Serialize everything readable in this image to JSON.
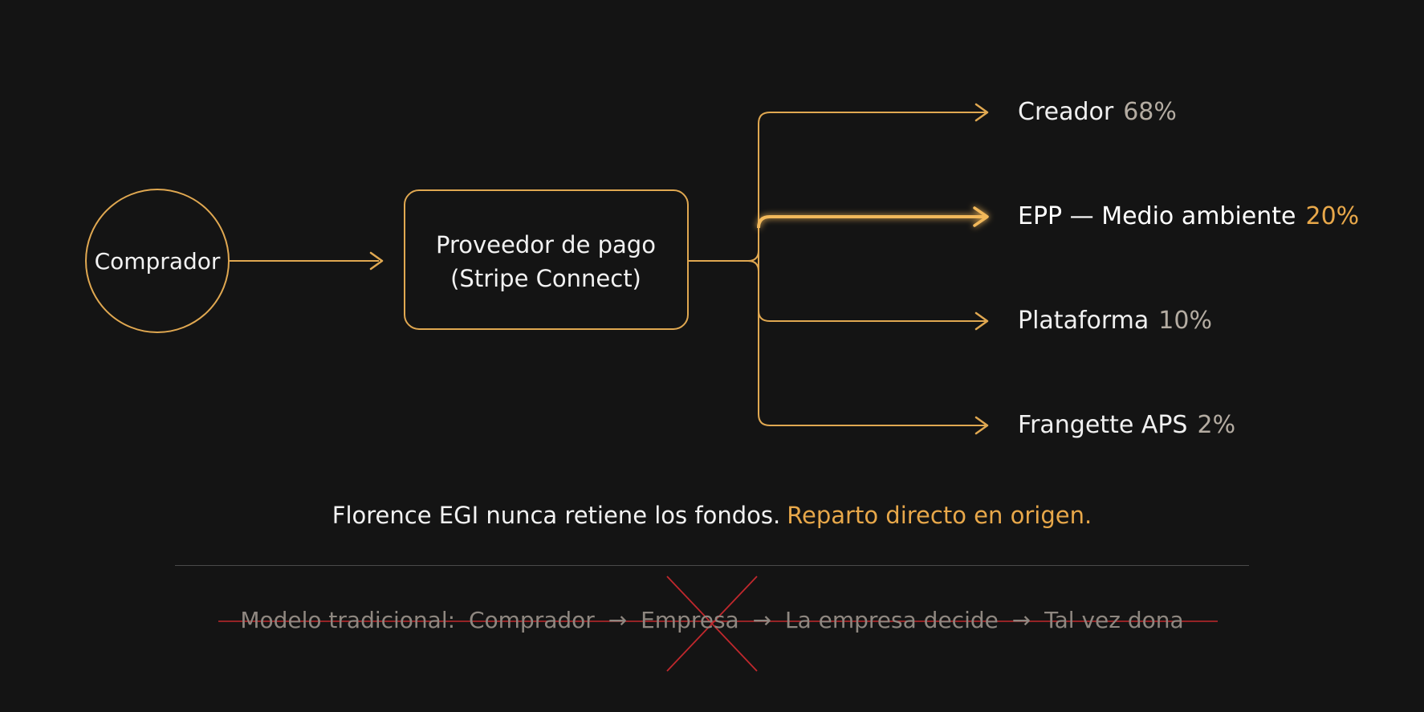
{
  "nodes": {
    "buyer": "Comprador",
    "provider_line1": "Proveedor de pago",
    "provider_line2": "(Stripe Connect)"
  },
  "splits": [
    {
      "name": "Creador",
      "percent": "68%",
      "highlight": false
    },
    {
      "name": "EPP — Medio ambiente",
      "percent": "20%",
      "highlight": true
    },
    {
      "name": "Plataforma",
      "percent": "10%",
      "highlight": false
    },
    {
      "name": "Frangette APS",
      "percent": "2%",
      "highlight": false
    }
  ],
  "tagline": {
    "main": "Florence EGI nunca retiene los fondos.",
    "accent": "Reparto directo en origen."
  },
  "traditional": {
    "label": "Modelo tradicional:",
    "steps": [
      "Comprador",
      "Empresa",
      "La empresa decide",
      "Tal vez dona"
    ],
    "arrow": "→"
  },
  "colors": {
    "background": "#141414",
    "accent": "#e8a84a",
    "line": "#e0a851",
    "strike": "#c0282d",
    "muted": "#8e8780"
  }
}
